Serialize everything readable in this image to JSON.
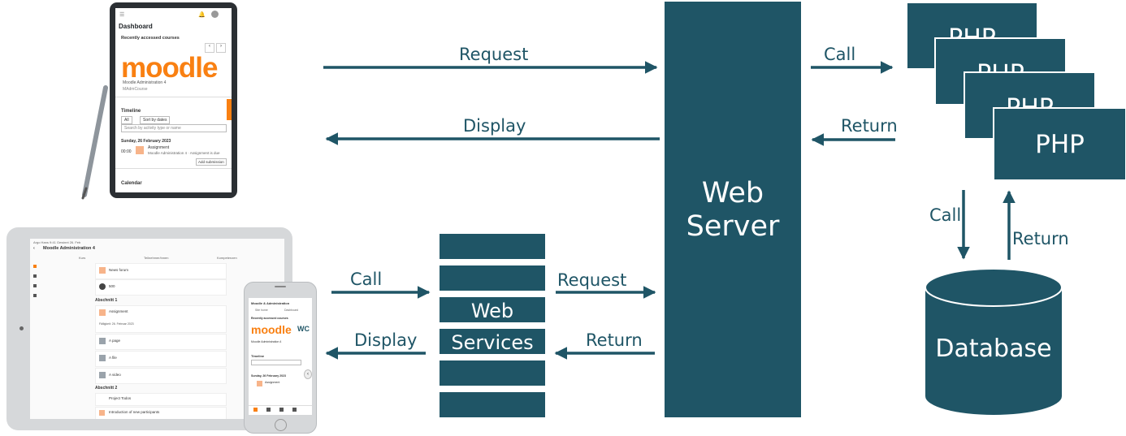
{
  "arrows": {
    "request_top": "Request",
    "display_top": "Display",
    "call_php": "Call",
    "return_php": "Return",
    "call_db": "Call",
    "return_db": "Return",
    "call_ws": "Call",
    "display_ws": "Display",
    "request_ws": "Request",
    "return_ws": "Return"
  },
  "web_server": {
    "line1": "Web",
    "line2": "Server"
  },
  "web_services": {
    "line1": "Web",
    "line2": "Services"
  },
  "php": {
    "labels": [
      "PHP",
      "PHP",
      "PHP",
      "PHP"
    ]
  },
  "database": {
    "label": "Database"
  },
  "tablet": {
    "header": "Dashboard",
    "section": "Recently accessed courses",
    "logo": "moodle",
    "course": "Moodle Administration 4",
    "course_sub": "MAdmCourse",
    "timeline": "Timeline",
    "filter_all": "All",
    "filter_sort": "Sort by dates",
    "search": "Search by activity type or name",
    "date": "Sunday, 26 February 2023",
    "time": "00:00",
    "event": "Assignment",
    "event_sub": "Moodle Administration 4 · Assignment is due",
    "action": "Add submission",
    "calendar": "Calendar"
  },
  "ipad": {
    "status": "Argo Hans   9:41   Gewinnt 26. Feb",
    "title": "Moodle Administration 4",
    "tabs": [
      "Kurs",
      "Teilnehmer/innen",
      "Kompetenzen"
    ],
    "items": [
      "News forum",
      "500"
    ],
    "section1": "Abschnitt 1",
    "assignment": "Assignment",
    "assignment_sub": "Fälligkeit: 26. Februar 2023",
    "links": [
      "A page",
      "A file",
      "A video"
    ],
    "section2": "Abschnitt 2",
    "project": "Project Todos",
    "intro": "Introduction of new participants"
  },
  "phone": {
    "title": "Moodle & Administration",
    "tabs": [
      "Site home",
      "Dashboard"
    ],
    "section": "Recently accessed courses",
    "logo": "moodle",
    "logo_side": "WC",
    "course": "Moodle Administration 4",
    "timeline": "Timeline",
    "date": "Sunday, 26 February 2023",
    "event": "Assignment"
  },
  "colors": {
    "teal": "#1f5566",
    "moodle_orange": "#f98012"
  }
}
